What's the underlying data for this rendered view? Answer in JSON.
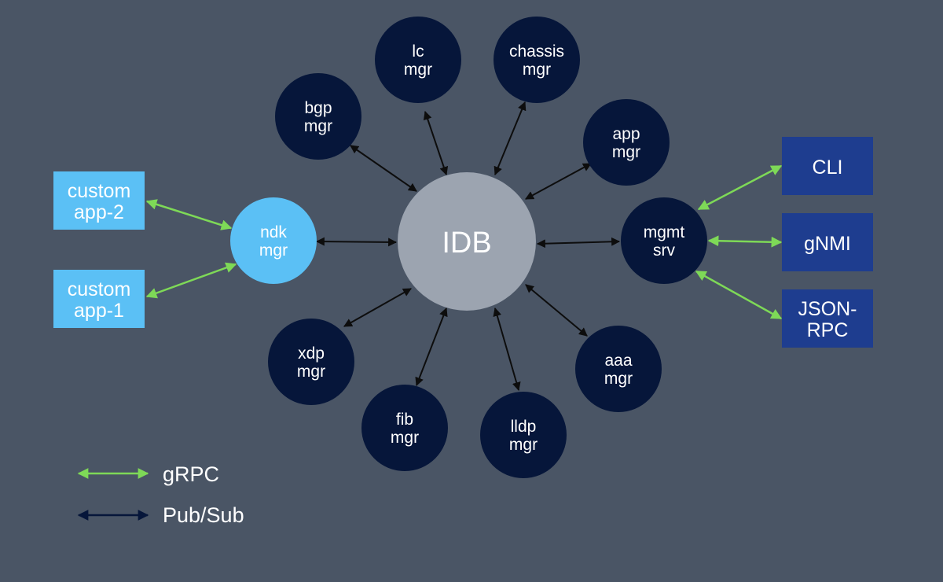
{
  "colors": {
    "background": "#4a5565",
    "idb": "#9ca4b0",
    "manager": "#06163a",
    "ndk": "#5bc0f5",
    "custom_app": "#5bc0f5",
    "interface_box": "#1e3d8f",
    "grpc_arrow": "#7ed957",
    "pubsub_arrow": "#0d0d0d",
    "legend_pubsub_arrow": "#06163a"
  },
  "nodes": {
    "idb": {
      "label": "IDB"
    },
    "lc_mgr": {
      "line1": "lc",
      "line2": "mgr"
    },
    "chassis_mgr": {
      "line1": "chassis",
      "line2": "mgr"
    },
    "bgp_mgr": {
      "line1": "bgp",
      "line2": "mgr"
    },
    "app_mgr": {
      "line1": "app",
      "line2": "mgr"
    },
    "ndk_mgr": {
      "line1": "ndk",
      "line2": "mgr"
    },
    "mgmt_srv": {
      "line1": "mgmt",
      "line2": "srv"
    },
    "xdp_mgr": {
      "line1": "xdp",
      "line2": "mgr"
    },
    "aaa_mgr": {
      "line1": "aaa",
      "line2": "mgr"
    },
    "fib_mgr": {
      "line1": "fib",
      "line2": "mgr"
    },
    "lldp_mgr": {
      "line1": "lldp",
      "line2": "mgr"
    }
  },
  "boxes": {
    "custom_app_2": {
      "line1": "custom",
      "line2": "app-2"
    },
    "custom_app_1": {
      "line1": "custom",
      "line2": "app-1"
    },
    "cli": {
      "line1": "CLI"
    },
    "gnmi": {
      "line1": "gNMI"
    },
    "json_rpc": {
      "line1": "JSON-",
      "line2": "RPC"
    }
  },
  "legend": {
    "grpc": "gRPC",
    "pubsub": "Pub/Sub"
  }
}
